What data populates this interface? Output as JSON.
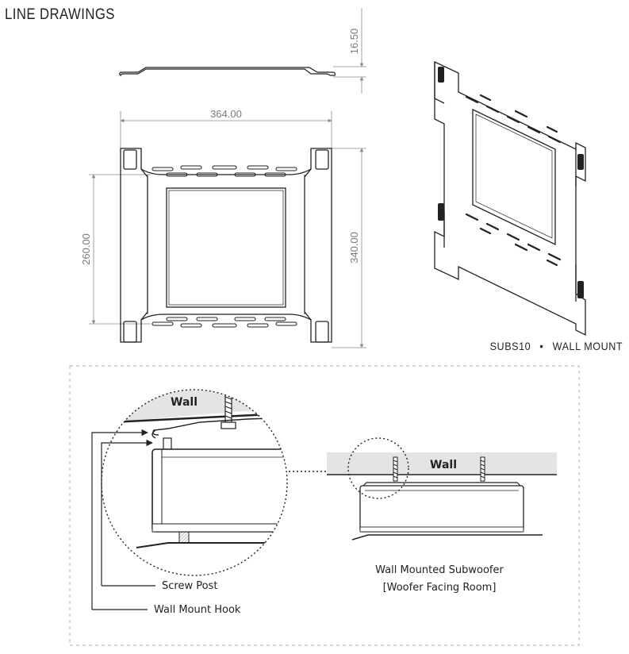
{
  "header": {
    "title": "LINE DRAWINGS"
  },
  "dimensions": {
    "thickness": "16.50",
    "width": "364.00",
    "inner_height": "260.00",
    "outer_height": "340.00"
  },
  "model_caption": {
    "model": "SUBS10",
    "separator": "•",
    "view": "WALL MOUNT"
  },
  "install": {
    "wall_label_detail": "Wall",
    "wall_label_side": "Wall",
    "screw_post_label": "Screw Post",
    "wall_mount_hook_label": "Wall Mount Hook",
    "subwoofer_caption_line1": "Wall Mounted Subwoofer",
    "subwoofer_caption_line2": "[Woofer Facing Room]"
  },
  "colors": {
    "line": "#222222",
    "dim_line": "#8a8a8a",
    "wall_fill": "#e4e4e4",
    "dash_border": "#bdbdbd"
  }
}
